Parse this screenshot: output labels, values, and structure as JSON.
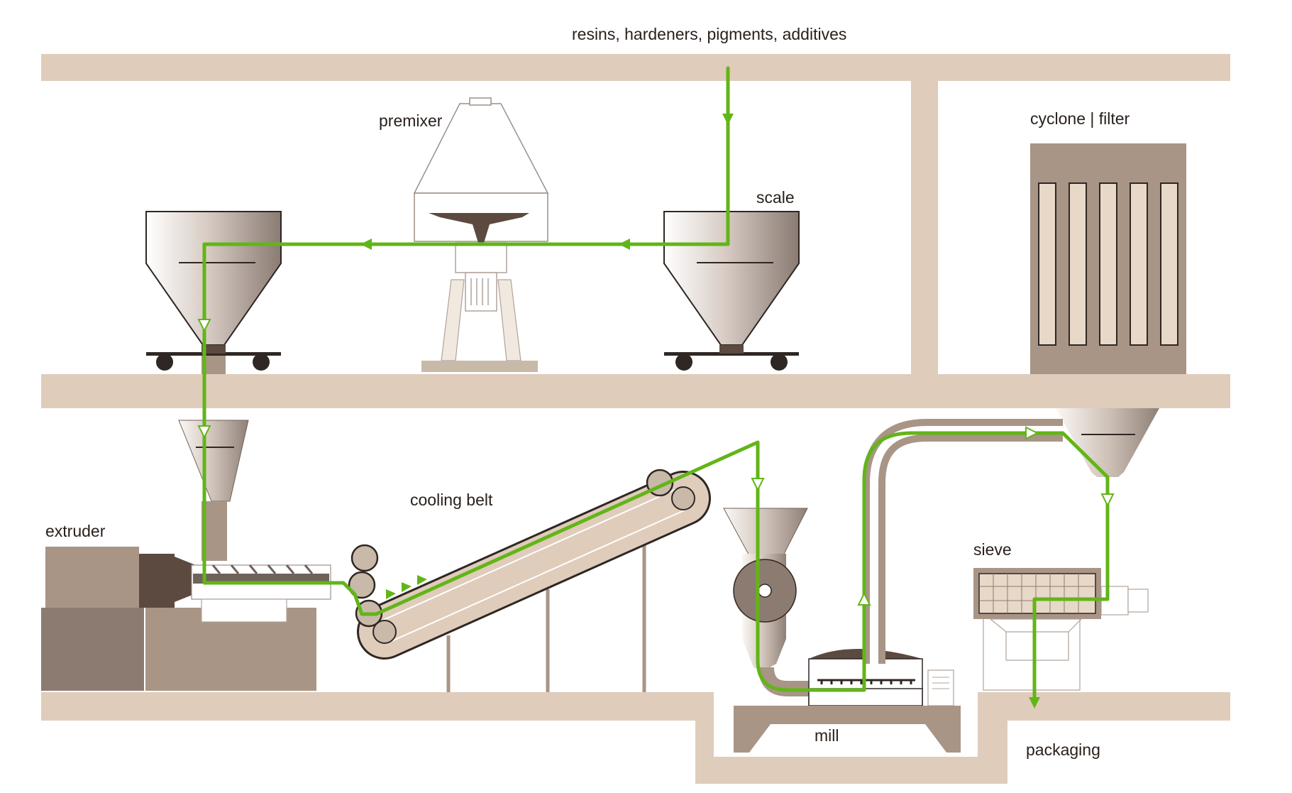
{
  "labels": {
    "inputs": "resins, hardeners, pigments, additives",
    "premixer": "premixer",
    "scale": "scale",
    "cyclone_filter": "cyclone | filter",
    "extruder": "extruder",
    "cooling_belt": "cooling belt",
    "sieve": "sieve",
    "mill": "mill",
    "packaging": "packaging"
  },
  "colors": {
    "floor": "#dfccbb",
    "machine_dark": "#8c7b70",
    "machine_mid": "#a89586",
    "machine_light": "#c9b9a9",
    "outline": "#2f2723",
    "flow": "#62b518"
  }
}
